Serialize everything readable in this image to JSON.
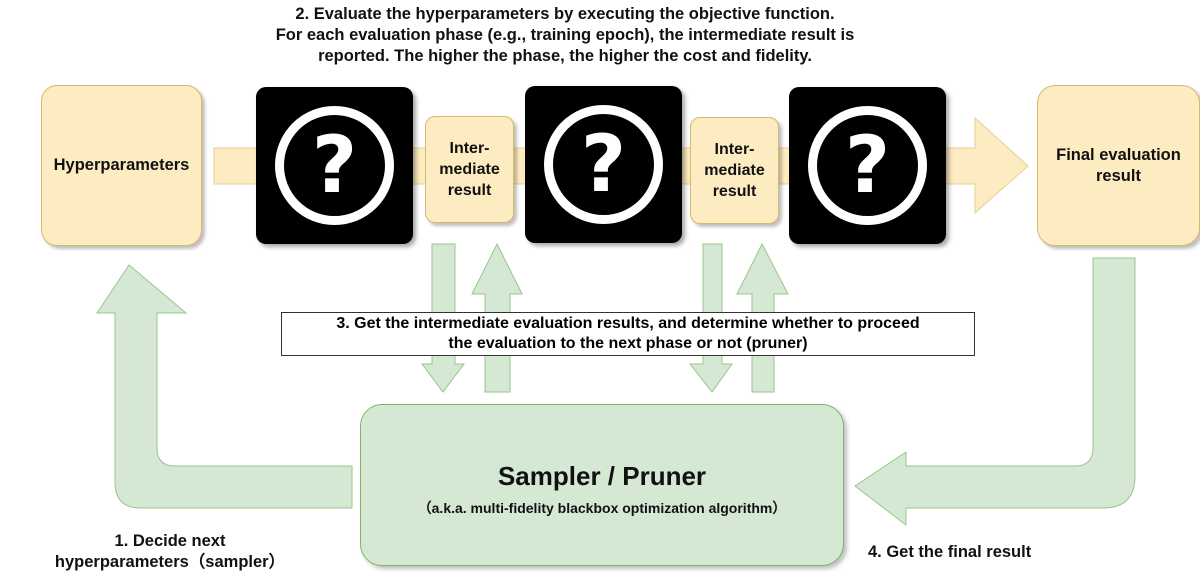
{
  "colors": {
    "node_fill": "#fdecc1",
    "flow_fill": "#fdecc1",
    "feedback_fill": "#d5e8d4",
    "feedback_stroke": "#9ac58b",
    "blackbox": "#000000"
  },
  "captions": {
    "top": "2. Evaluate the hyperparameters by executing the objective function.\nFor each evaluation phase (e.g., training epoch), the intermediate result is\nreported. The higher the phase, the higher the cost and fidelity.",
    "middle": "3. Get the intermediate evaluation results, and determine whether to proceed\nthe evaluation to the next phase or not (pruner)",
    "bottom_left": "1. Decide next\nhyperparameters（sampler）",
    "bottom_right": "4. Get the final result"
  },
  "nodes": {
    "hyperparameters": "Hyperparameters",
    "intermediate_1": "Inter-\nmediate\nresult",
    "intermediate_2": "Inter-\nmediate\nresult",
    "final_result": "Final evaluation\nresult"
  },
  "blackboxes": [
    {
      "icon": "question-icon",
      "glyph": "?"
    },
    {
      "icon": "question-icon",
      "glyph": "?"
    },
    {
      "icon": "question-icon",
      "glyph": "?"
    }
  ],
  "sampler": {
    "title": "Sampler / Pruner",
    "subtitle": "（a.k.a. multi-fidelity blackbox optimization algorithm）"
  }
}
